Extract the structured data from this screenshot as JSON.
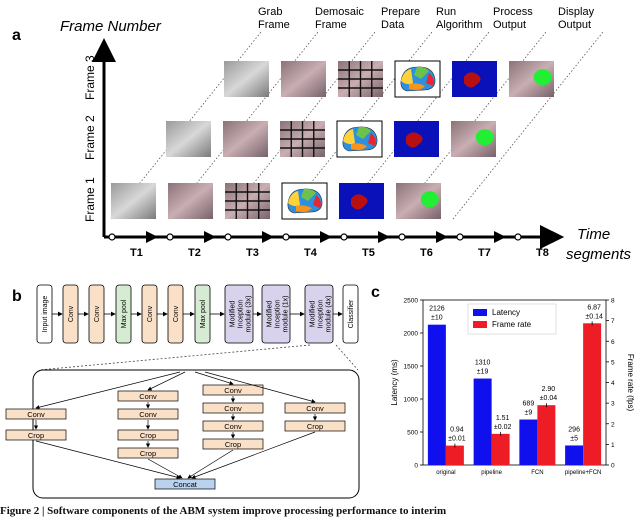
{
  "panel_a": {
    "label": "a",
    "y_axis": "Frame Number",
    "x_axis_line1": "Time",
    "x_axis_line2": "segments",
    "frames": [
      "Frame 1",
      "Frame 2",
      "Frame 3"
    ],
    "time_ticks": [
      "T1",
      "T2",
      "T3",
      "T4",
      "T5",
      "T6",
      "T7",
      "T8"
    ],
    "stages": [
      {
        "line1": "Grab",
        "line2": "Frame"
      },
      {
        "line1": "Demosaic",
        "line2": "Frame"
      },
      {
        "line1": "Prepare",
        "line2": "Data"
      },
      {
        "line1": "Run",
        "line2": "Algorithm"
      },
      {
        "line1": "Process",
        "line2": "Output"
      },
      {
        "line1": "Display",
        "line2": "Output"
      }
    ]
  },
  "panel_b": {
    "label": "b",
    "blocks": [
      "Input image",
      "Conv",
      "Conv",
      "Max pool",
      "Conv",
      "Conv",
      "Max pool",
      "Modified Inception module (3x)",
      "Modified Inception module (1x)",
      "Modified Inception module (4x)",
      "Classifier"
    ],
    "module": {
      "conv": "Conv",
      "crop": "Crop",
      "concat": "Concat"
    }
  },
  "panel_c": {
    "label": "c"
  },
  "chart_data": {
    "type": "bar",
    "categories": [
      "original",
      "pipeline",
      "FCN",
      "pipeline+FCN"
    ],
    "ylabel": "Latency (ms)",
    "y2label": "Frame rate (fps)",
    "ylim": [
      0,
      2500
    ],
    "y2lim": [
      0,
      8
    ],
    "yticks": [
      "0",
      "500",
      "1000",
      "1500",
      "2000",
      "2500"
    ],
    "y2ticks": [
      "0",
      "1",
      "2",
      "3",
      "4",
      "5",
      "6",
      "7",
      "8"
    ],
    "legend_position": "top-center",
    "series": [
      {
        "name": "Latency",
        "color": "#1010ee",
        "values": [
          2126,
          1310,
          689,
          296
        ],
        "labels": [
          [
            "2126",
            "±10"
          ],
          [
            "1310",
            "±19"
          ],
          [
            "689",
            "±9"
          ],
          [
            "296",
            "±5"
          ]
        ]
      },
      {
        "name": "Frame rate",
        "color": "#ee1c24",
        "values": [
          0.94,
          1.51,
          2.9,
          6.87
        ],
        "labels": [
          [
            "0.94",
            "±0.01"
          ],
          [
            "1.51",
            "±0.02"
          ],
          [
            "2.90",
            "±0.04"
          ],
          [
            "6.87",
            "±0.14"
          ]
        ]
      }
    ]
  },
  "caption": "Figure 2 | Software components of the ABM system improve processing performance to interim"
}
